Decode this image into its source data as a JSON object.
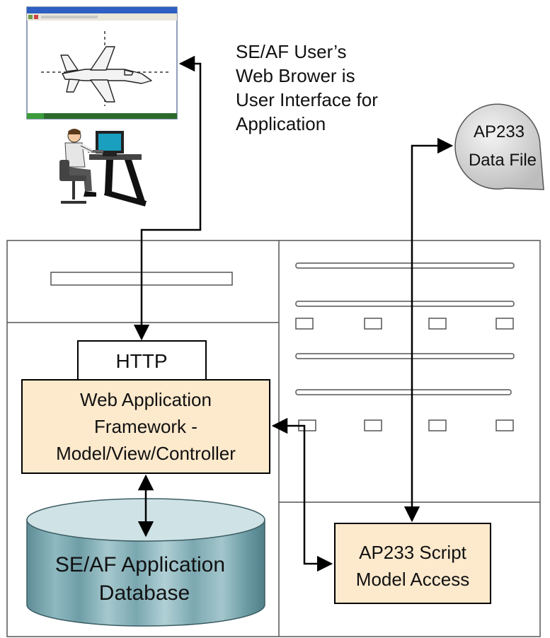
{
  "caption": {
    "line1": "SE/AF User’s",
    "line2": "Web Brower is",
    "line3": "User Interface for",
    "line4": "Application"
  },
  "data_file": {
    "line1": "AP233",
    "line2": "Data File"
  },
  "http": {
    "label": "HTTP"
  },
  "framework": {
    "line1": "Web Application",
    "line2": "Framework -",
    "line3": "Model/View/Controller"
  },
  "database": {
    "line1": "SE/AF Application",
    "line2": "Database"
  },
  "script_model": {
    "line1": "AP233 Script",
    "line2": "Model Access"
  },
  "icons": {
    "browser": "browser-window-with-aircraft-icon",
    "user": "user-at-computer-icon"
  },
  "colors": {
    "box_fill": "#fde9cc",
    "db_fill": "#8fb8c0",
    "data_file_fill": "#d9d9d9",
    "line": "#000000"
  }
}
